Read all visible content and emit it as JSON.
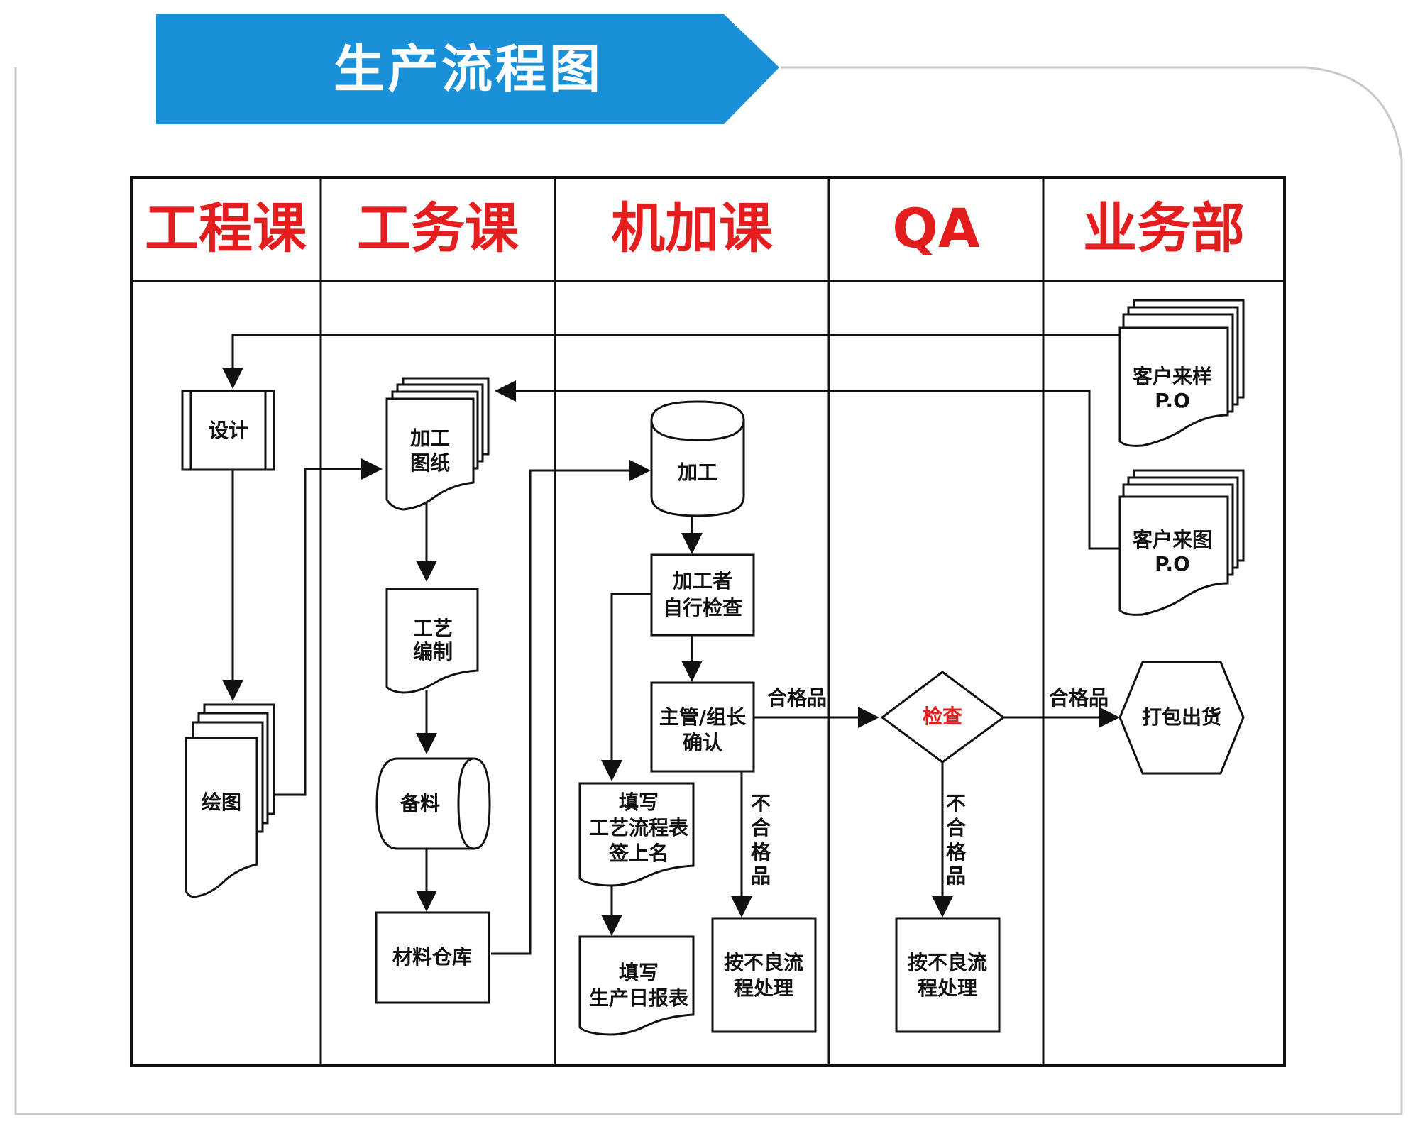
{
  "banner": {
    "title": "生产流程图",
    "color": "#1a90d9"
  },
  "title_color": "#e41e1e",
  "lanes": [
    {
      "id": "engineering",
      "label": "工程课"
    },
    {
      "id": "process",
      "label": "工务课"
    },
    {
      "id": "machining",
      "label": "机加课"
    },
    {
      "id": "qa",
      "label": "QA"
    },
    {
      "id": "sales",
      "label": "业务部"
    }
  ],
  "nodes": {
    "design": {
      "lines": [
        "设计"
      ],
      "shape": "predefined-process"
    },
    "drawing": {
      "lines": [
        "绘图"
      ],
      "shape": "multi-document"
    },
    "process_drawing": {
      "lines": [
        "加工",
        "图纸"
      ],
      "shape": "multi-document"
    },
    "process_planning": {
      "lines": [
        "工艺",
        "编制"
      ],
      "shape": "document"
    },
    "materials": {
      "lines": [
        "备料"
      ],
      "shape": "stored-data"
    },
    "material_warehouse": {
      "lines": [
        "材料仓库"
      ],
      "shape": "process"
    },
    "machining": {
      "lines": [
        "加工"
      ],
      "shape": "database"
    },
    "self_inspection": {
      "lines": [
        "加工者",
        "自行检查"
      ],
      "shape": "process"
    },
    "supervisor_confirm": {
      "lines": [
        "主管/组长",
        "确认"
      ],
      "shape": "process"
    },
    "fill_process_sheet": {
      "lines": [
        "填写",
        "工艺流程表",
        "签上名"
      ],
      "shape": "document"
    },
    "fill_daily_report": {
      "lines": [
        "填写",
        "生产日报表"
      ],
      "shape": "document"
    },
    "defect_handling_mach": {
      "lines": [
        "按不良流",
        "程处理"
      ],
      "shape": "process"
    },
    "inspection": {
      "lines": [
        "检查"
      ],
      "shape": "decision"
    },
    "defect_handling_qa": {
      "lines": [
        "按不良流",
        "程处理"
      ],
      "shape": "process"
    },
    "customer_sample": {
      "lines": [
        "客户来样",
        "P.O"
      ],
      "shape": "multi-document"
    },
    "customer_drawing": {
      "lines": [
        "客户来图",
        "P.O"
      ],
      "shape": "multi-document"
    },
    "pack_ship": {
      "lines": [
        "打包出货"
      ],
      "shape": "hexagon"
    }
  },
  "edge_labels": {
    "pass_to_qa": "合格品",
    "pass_to_ship": "合格品",
    "fail_mach": "不合格品",
    "fail_qa": "不合格品"
  }
}
